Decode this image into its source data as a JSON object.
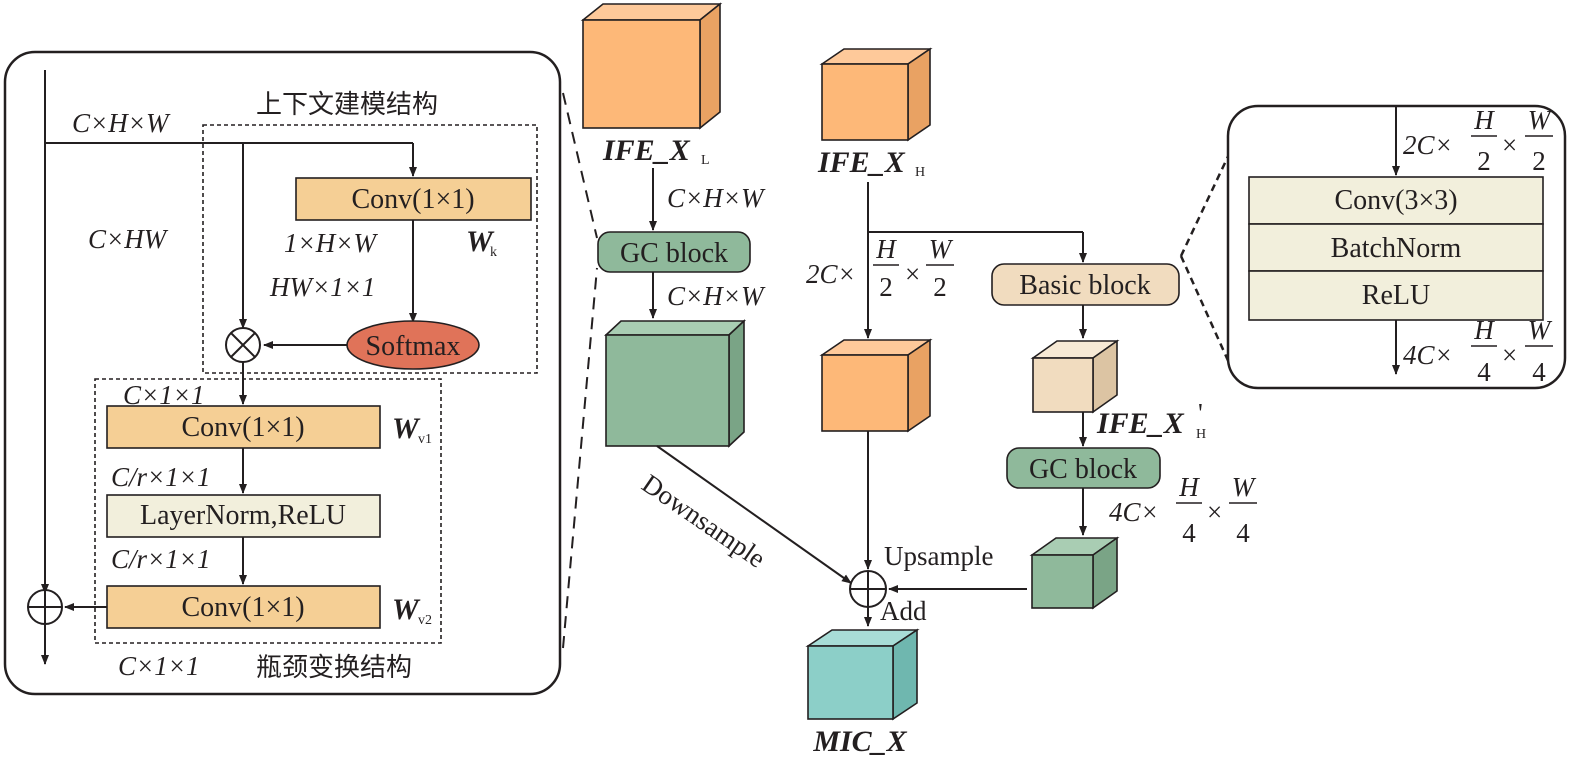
{
  "colors": {
    "orange_front": "#fdb878",
    "orange_top": "#fec99a",
    "orange_side": "#e9a263",
    "green_front": "#8fb99b",
    "green_top": "#a9cdb3",
    "green_side": "#7aa486",
    "teal_front": "#8ccfc8",
    "teal_top": "#a8ddd7",
    "teal_side": "#6fb7af",
    "beige_front": "#f1dcbf",
    "beige_top": "#f7e9d5",
    "beige_side": "#dcc4a3",
    "conv_box": "#f5cf95",
    "norm_box": "#f2efdc",
    "gc_block": "#8fb99b",
    "basic_block": "#f1dcbf",
    "softmax": "#e07359",
    "line": "#231f20"
  },
  "left_panel": {
    "chw": "C×H×W",
    "c_hw": "C×HW",
    "context_title": "上下文建模结构",
    "conv_k": "Conv(1×1)",
    "wk_main": "W",
    "wk_sub": "k",
    "dim_1hw": "1×H×W",
    "dim_hw11": "HW×1×1",
    "softmax": "Softmax",
    "dim_c11_top": "C×1×1",
    "conv_v1": "Conv(1×1)",
    "wv1_main": "W",
    "wv1_sub": "v1",
    "dim_cr11_a": "C/r×1×1",
    "layernorm": "LayerNorm,ReLU",
    "dim_cr11_b": "C/r×1×1",
    "conv_v2": "Conv(1×1)",
    "wv2_main": "W",
    "wv2_sub": "v2",
    "dim_c11_bottom": "C×1×1",
    "bottleneck_title": "瓶颈变换结构"
  },
  "center": {
    "ife_xl_main": "IFE_X",
    "ife_xl_sub": "L",
    "ife_xh_main": "IFE_X",
    "ife_xh_sub": "H",
    "dim_chw_a": "C×H×W",
    "gc_block_1": "GC block",
    "dim_chw_b": "C×H×W",
    "downsample": "Downsample",
    "dim_2c_prefix": "2C×",
    "frac_h": "H",
    "frac_w": "W",
    "frac_2": "2",
    "frac_4": "4",
    "basic_block": "Basic block",
    "ife_xh_prime_main": "IFE_X",
    "ife_xh_prime_sub": "H",
    "ife_xh_prime_mark": "'",
    "gc_block_2": "GC block",
    "dim_4c_prefix": "4C×",
    "upsample": "Upsample",
    "add": "Add",
    "mic_x": "MIC_X"
  },
  "right_panel": {
    "dim_in_prefix": "2C×",
    "conv33": "Conv(3×3)",
    "batchnorm": "BatchNorm",
    "relu": "ReLU",
    "dim_out_prefix": "4C×"
  }
}
